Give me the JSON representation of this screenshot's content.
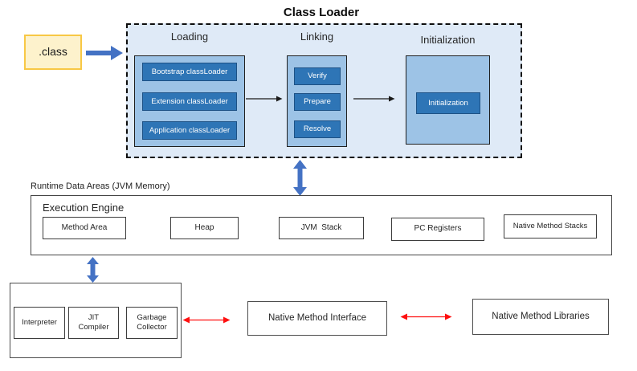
{
  "colors": {
    "outer_bg": "#dfeaf7",
    "panel": "#9dc3e6",
    "darkbox": "#2e75b6",
    "darkbox_border": "#1d5185",
    "blue_arrow": "#4472c4",
    "red_arrow": "#fe1010",
    "class_fill": "#fdf2cc",
    "class_border": "#f8c845"
  },
  "class_loader": {
    "title": "Class Loader",
    "loading": {
      "label": "Loading",
      "items": [
        "Bootstrap classLoader",
        "Extension classLoader",
        "Application classLoader"
      ]
    },
    "linking": {
      "label": "Linking",
      "items": [
        "Verify",
        "Prepare",
        "Resolve"
      ]
    },
    "initialization": {
      "label": "Initialization",
      "items": [
        "Initialization"
      ]
    }
  },
  "class_file_label": ".class",
  "runtime": {
    "caption": "Runtime Data Areas (JVM Memory)",
    "engine_label": "Execution Engine",
    "areas": [
      "Method Area",
      "Heap",
      "JVM  Stack",
      "PC Registers",
      "Native Method Stacks"
    ]
  },
  "engine_internals": [
    "Interpreter",
    "JIT\nCompiler",
    "Garbage\nCollector"
  ],
  "native": {
    "interface": "Native Method Interface",
    "libraries": "Native Method Libraries"
  }
}
